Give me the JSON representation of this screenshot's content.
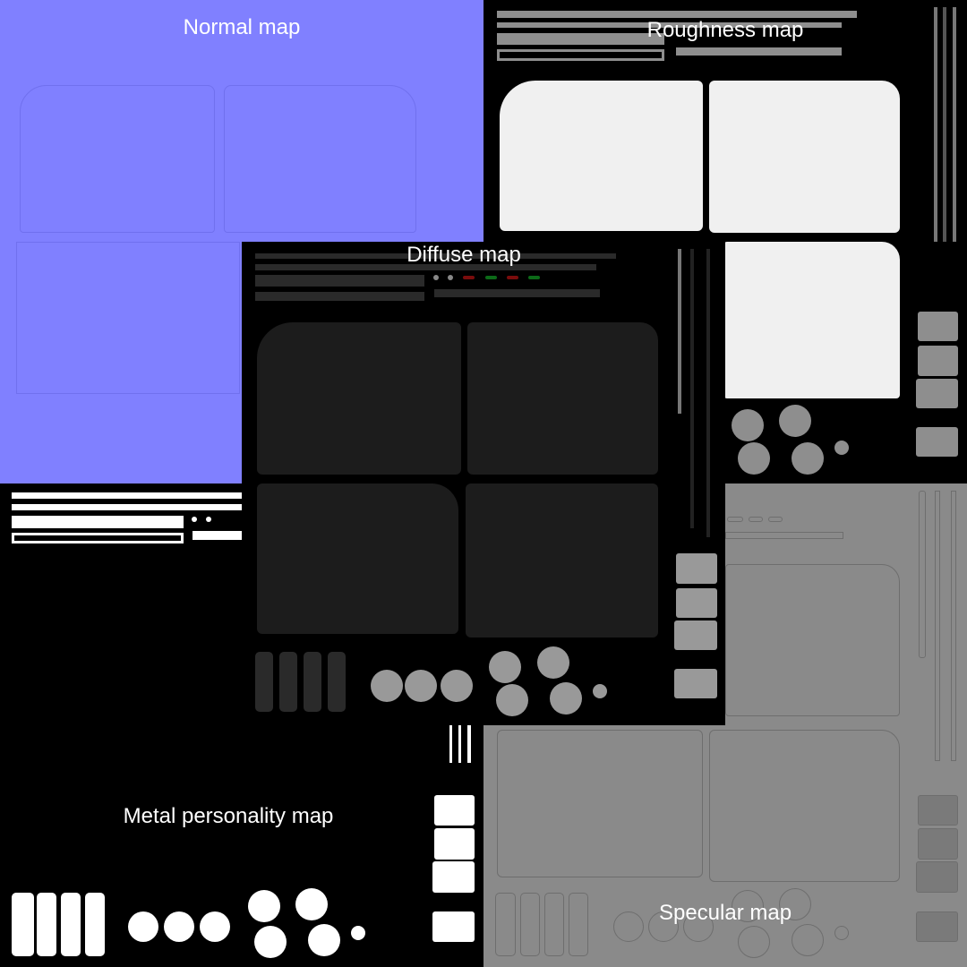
{
  "labels": {
    "normal": "Normal map",
    "roughness": "Roughness map",
    "diffuse": "Diffuse map",
    "metal": "Metal personality map",
    "specular": "Specular map"
  },
  "colors": {
    "normal_bg": "#8080ff",
    "roughness_bg": "#000000",
    "metal_bg": "#000000",
    "specular_bg": "#8a8a8a",
    "diffuse_bg": "#000000",
    "diffuse_panel": "#1c1c1c",
    "accent_red": "#7a0c0c",
    "accent_green": "#0c6a18"
  }
}
